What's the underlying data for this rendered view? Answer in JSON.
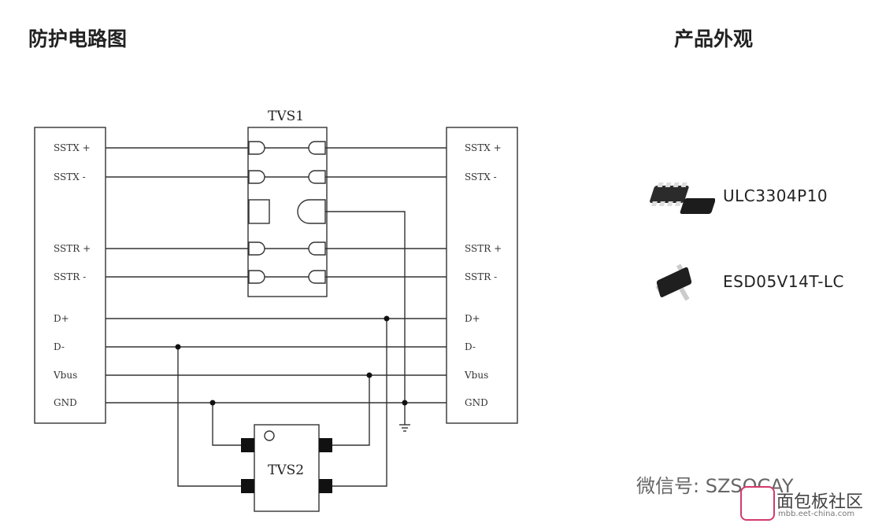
{
  "headings": {
    "circuit": "防护电路图",
    "appearance": "产品外观"
  },
  "circuit": {
    "tvs1": "TVS1",
    "tvs2": "TVS2",
    "left_pins": [
      "SSTX +",
      "SSTX -",
      "SSTR +",
      "SSTR -",
      "D+",
      "D-",
      "Vbus",
      "GND"
    ],
    "right_pins": [
      "SSTX +",
      "SSTX -",
      "SSTR +",
      "SSTR -",
      "D+",
      "D-",
      "Vbus",
      "GND"
    ]
  },
  "products": [
    {
      "name": "ULC3304P10",
      "icon": "dfn-package-chip-icon"
    },
    {
      "name": "ESD05V14T-LC",
      "icon": "sot-package-chip-icon"
    }
  ],
  "watermark": {
    "text": "微信号: SZSOCAY",
    "site": "面包板社区",
    "url": "mbb.eet-china.com"
  }
}
